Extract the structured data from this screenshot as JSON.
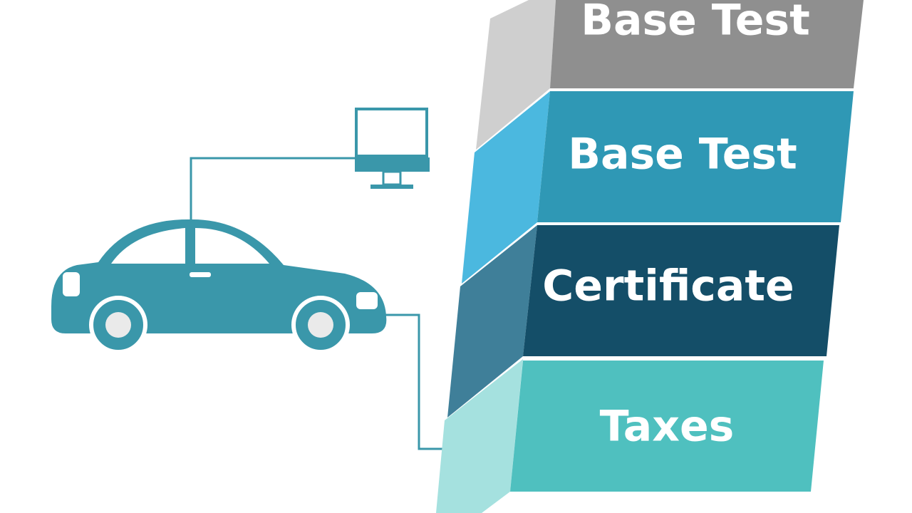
{
  "tiers": [
    {
      "label": "Base Test",
      "front_color": "#8f8f8f",
      "side_color": "#cfcfcf"
    },
    {
      "label": "Base Test",
      "front_color": "#2f98b5",
      "side_color": "#4bb8df"
    },
    {
      "label": "Certificate",
      "front_color": "#144e68",
      "side_color": "#3f7f99"
    },
    {
      "label": "Taxes",
      "front_color": "#4fc0bf",
      "side_color": "#a5e1df"
    }
  ],
  "icons": {
    "car": "car-icon",
    "computer": "monitor-icon"
  },
  "colors": {
    "icon": "#3a97aa",
    "icon_light": "#eaeaea",
    "background": "#ffffff"
  }
}
